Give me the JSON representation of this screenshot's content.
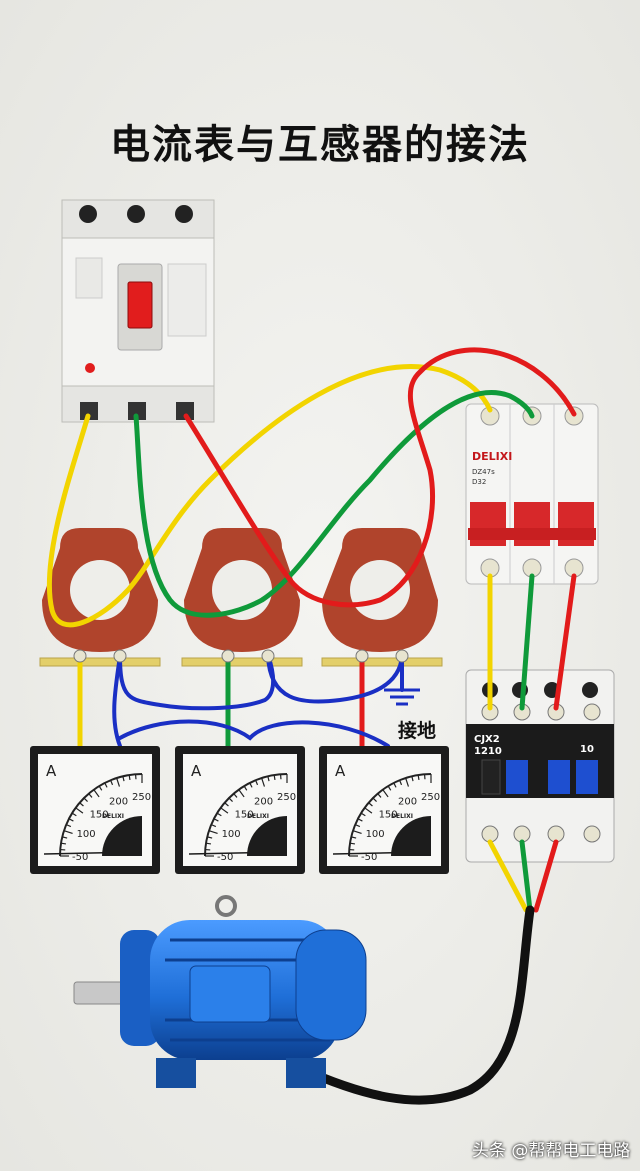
{
  "title": "电流表与互感器的接法",
  "ground_label": "接地",
  "watermark": "头条 @帮帮电工电路",
  "meters": [
    {
      "unit": "A",
      "ticks": [
        "-50",
        "100",
        "150",
        "200",
        "250"
      ],
      "brand": "DELIXI"
    },
    {
      "unit": "A",
      "ticks": [
        "-50",
        "100",
        "150",
        "200",
        "250"
      ],
      "brand": "DELIXI"
    },
    {
      "unit": "A",
      "ticks": [
        "-50",
        "100",
        "150",
        "200",
        "250"
      ],
      "brand": "DELIXI"
    }
  ],
  "breaker": {
    "brand": "DELIXI",
    "model": "DZ47s",
    "rating": "D32"
  },
  "contactor": {
    "model_line1": "CJX2",
    "model_line2": "1210",
    "number": "10"
  },
  "colors": {
    "yellow": "#f2d400",
    "green": "#0f9a3a",
    "red": "#e21b1b",
    "blue": "#1a2fc4",
    "ct": "#b0442c",
    "motor": "#1f6fd8"
  },
  "icons": [
    "ground-symbol-icon",
    "mccb-switch-icon",
    "motor-icon"
  ]
}
